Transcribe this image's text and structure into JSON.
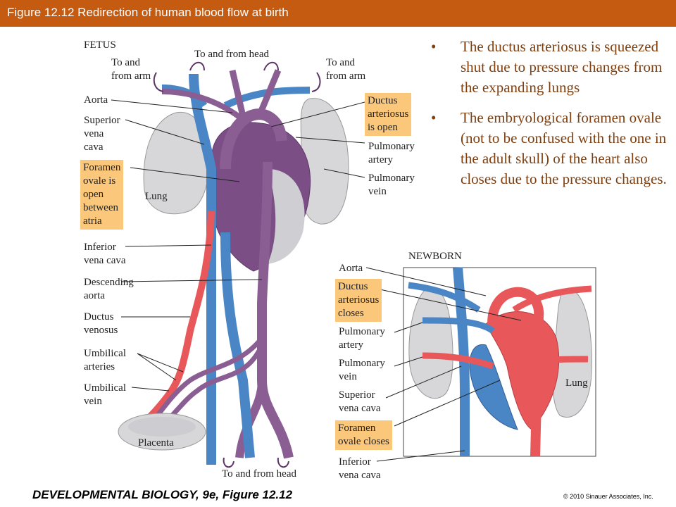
{
  "title": "Figure 12.12  Redirection of human blood flow at birth",
  "bullets": [
    "The ductus arteriosus is squeezed shut due to pressure changes from the expanding lungs",
    "The embryological foramen ovale (not to be confused with the one in the adult skull) of the heart also closes due to the pressure changes."
  ],
  "fetus": {
    "heading": "FETUS",
    "to_arm_left": "To and\nfrom arm",
    "to_head_top": "To and from head",
    "to_arm_right": "To and\nfrom arm",
    "aorta": "Aorta",
    "superior_vena_cava": "Superior\nvena\ncava",
    "foramen_ovale_open": "Foramen\novale is\nopen\nbetween\natria",
    "lung": "Lung",
    "ductus_open": "Ductus\narteriosus\nis open",
    "pulmonary_artery": "Pulmonary\nartery",
    "pulmonary_vein": "Pulmonary\nvein",
    "inferior_vena_cava": "Inferior\nvena cava",
    "descending_aorta": "Descending\naorta",
    "ductus_venosus": "Ductus\nvenosus",
    "umbilical_arteries": "Umbilical\narteries",
    "umbilical_vein": "Umbilical\nvein",
    "placenta": "Placenta",
    "to_head_bottom": "To and from head"
  },
  "newborn": {
    "heading": "NEWBORN",
    "aorta": "Aorta",
    "ductus_closes": "Ductus\narteriosus\ncloses",
    "pulmonary_artery": "Pulmonary\nartery",
    "pulmonary_vein": "Pulmonary\nvein",
    "superior_vena_cava": "Superior\nvena cava",
    "foramen_closes": "Foramen\novale closes",
    "inferior_vena_cava": "Inferior\nvena cava",
    "lung": "Lung"
  },
  "footer": "DEVELOPMENTAL BIOLOGY, 9e, Figure 12.12",
  "copyright": "© 2010 Sinauer Associates, Inc.",
  "colors": {
    "title_bar": "#c55a11",
    "bullet_text": "#7f3f0f",
    "highlight": "#fbc77a",
    "vein_blue": "#4a86c5",
    "artery_red": "#e8585a",
    "mixed_purple": "#8a5e93"
  }
}
